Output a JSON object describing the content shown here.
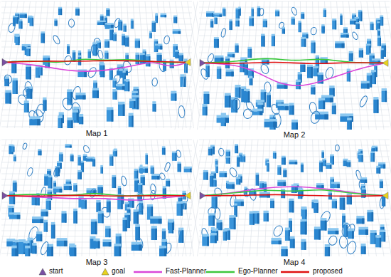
{
  "diagram": {
    "labels": [
      "Map 1",
      "Map 2",
      "Map 3",
      "Map 4"
    ],
    "legend": [
      {
        "text": "start"
      },
      {
        "text": "goal"
      },
      {
        "text": "Fast-Planner"
      },
      {
        "text": "Ego-Planner"
      },
      {
        "text": "proposed"
      }
    ]
  }
}
